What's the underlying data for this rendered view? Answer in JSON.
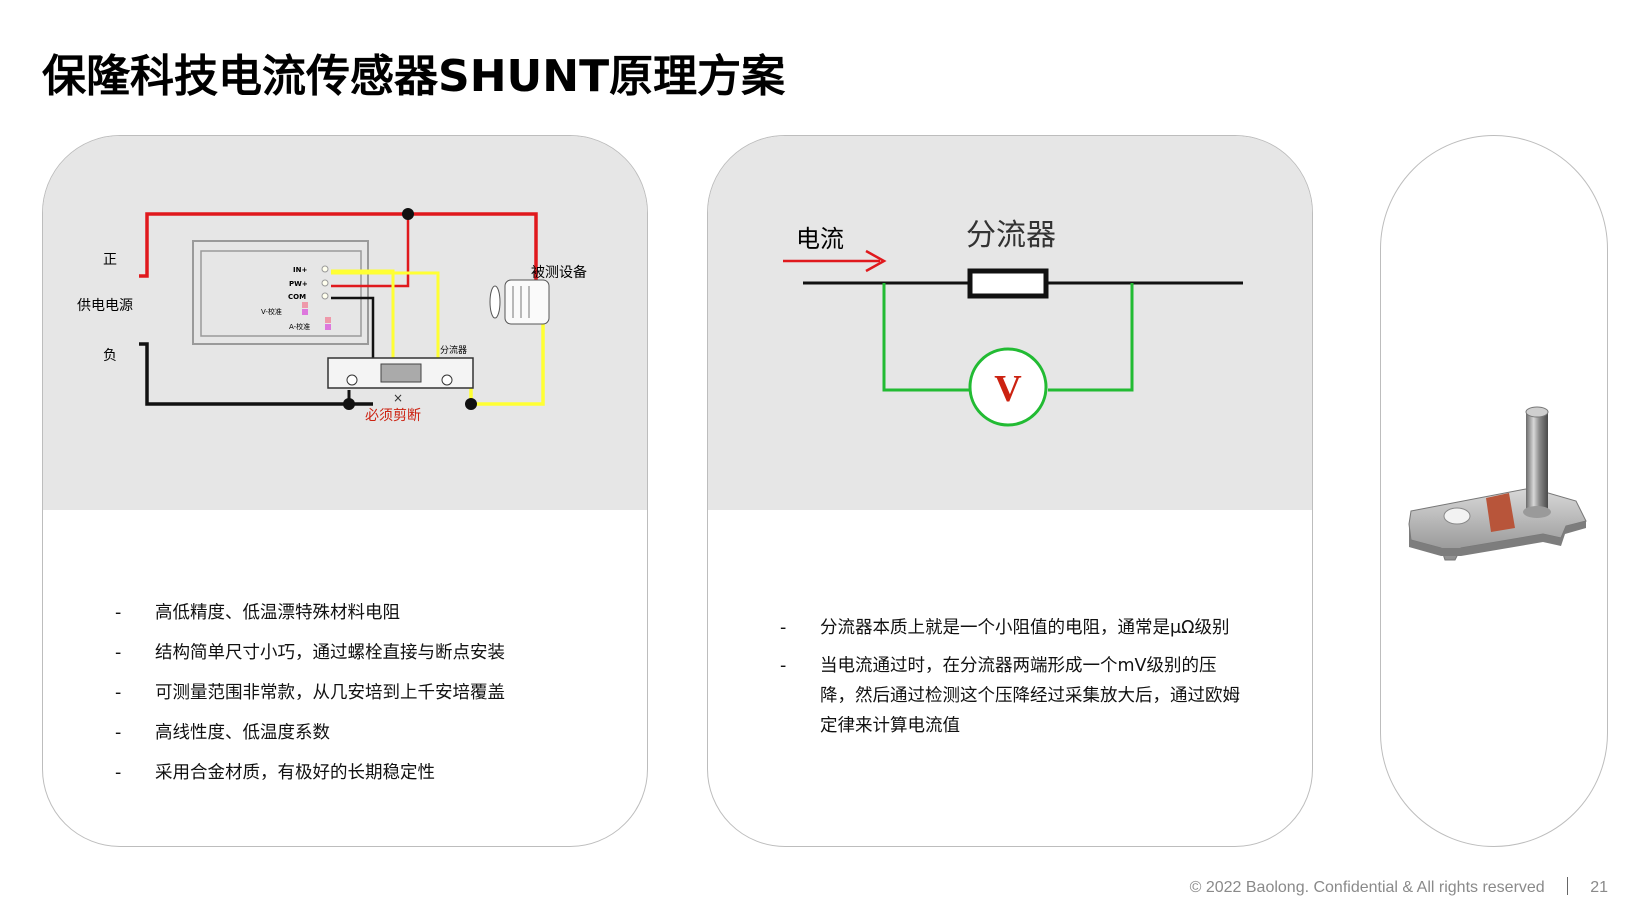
{
  "title": "保隆科技电流传感器SHUNT原理方案",
  "card1": {
    "diagram": {
      "label_positive": "正",
      "label_power": "供电电源",
      "label_negative": "负",
      "label_device": "被测设备",
      "label_shunt": "分流器",
      "label_cut": "必须剪断",
      "meter_in_plus": "IN+",
      "meter_pw_plus": "PW+",
      "meter_com": "COM",
      "meter_v_cal": "V-校准",
      "meter_a_cal": "A-校准"
    },
    "bullets": [
      "高低精度、低温漂特殊材料电阻",
      "结构简单尺寸小巧，通过螺栓直接与断点安装",
      "可测量范围非常款，从几安培到上千安培覆盖",
      "高线性度、低温度系数",
      "采用合金材质，有极好的长期稳定性"
    ]
  },
  "card2": {
    "diagram": {
      "label_current": "电流",
      "label_shunt": "分流器",
      "voltmeter": "V"
    },
    "bullets": [
      "分流器本质上就是一个小阻值的电阻，通常是μΩ级别",
      "当电流通过时，在分流器两端形成一个mV级别的压降，然后通过检测这个压降经过采集放大后，通过欧姆定律来计算电流值"
    ]
  },
  "bullet_marker": "-",
  "footer": {
    "copyright": "© 2022 Baolong. Confidential & All rights reserved",
    "page_number": "21"
  },
  "colors": {
    "red_wire": "#e0191d",
    "yellow_wire": "#ffff33",
    "black_wire": "#111111",
    "green_wire": "#22bb33",
    "panel_gray": "#e6e6e6"
  }
}
